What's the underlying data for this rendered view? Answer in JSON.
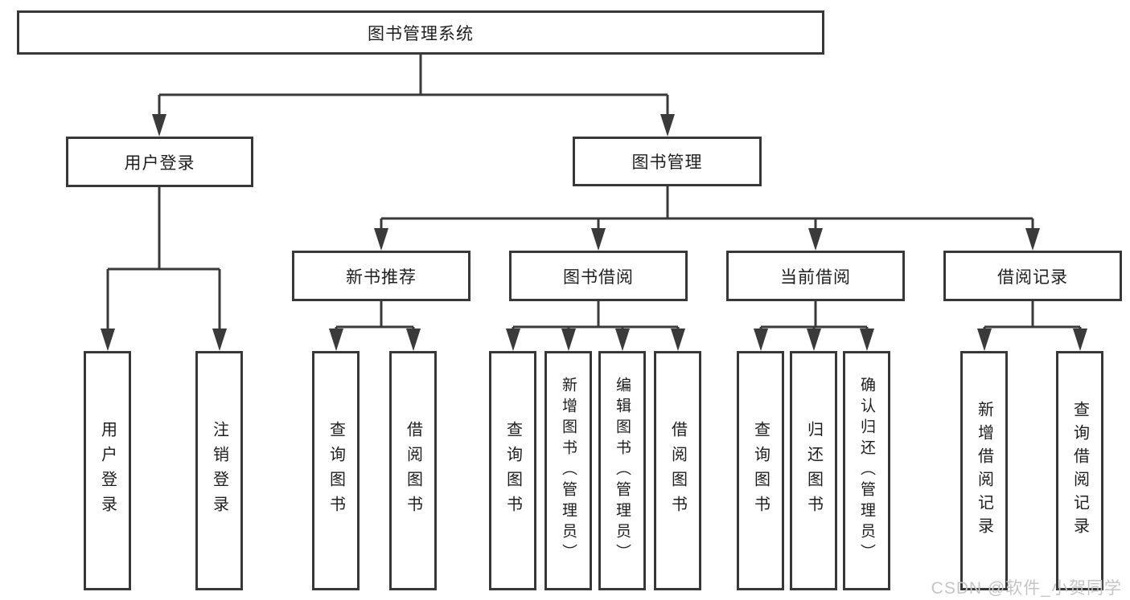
{
  "diagram": {
    "root": {
      "label": "图书管理系统"
    },
    "level2": {
      "user_login": {
        "label": "用户登录"
      },
      "book_mgmt": {
        "label": "图书管理"
      }
    },
    "level3": {
      "new_books": {
        "label": "新书推荐"
      },
      "book_borrow": {
        "label": "图书借阅"
      },
      "current_borrow": {
        "label": "当前借阅"
      },
      "borrow_records": {
        "label": "借阅记录"
      }
    },
    "leaves": {
      "user_login_1": "用户登录",
      "user_login_2": "注销登录",
      "new_books_1": "查询图书",
      "new_books_2": "借阅图书",
      "book_borrow_1": "查询图书",
      "book_borrow_2": "新增图书（管理员）",
      "book_borrow_3": "编辑图书（管理员）",
      "book_borrow_4": "借阅图书",
      "current_borrow_1": "查询图书",
      "current_borrow_2": "归还图书",
      "current_borrow_3": "确认归还（管理员）",
      "borrow_records_1": "新增借阅记录",
      "borrow_records_2": "查询借阅记录"
    }
  },
  "watermark": {
    "text": "CSDN @软件_小贺同学"
  },
  "colors": {
    "line": "#3a3a3a",
    "text": "#1e1e1e",
    "watermark": "#c5c5c5",
    "background": "#ffffff"
  }
}
